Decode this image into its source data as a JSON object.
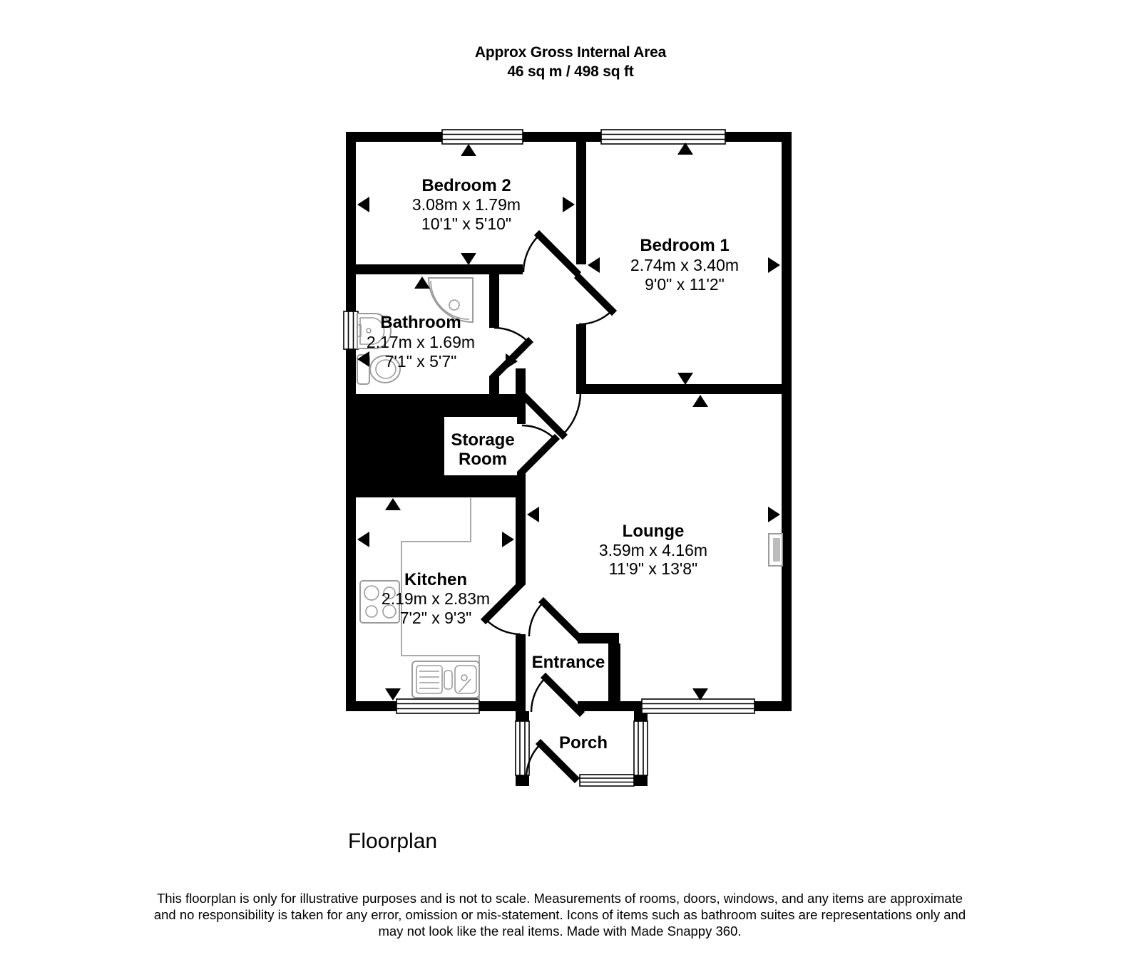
{
  "header": {
    "title_line1": "Approx Gross Internal Area",
    "title_line2": "46 sq m / 498 sq ft"
  },
  "rooms": {
    "bedroom2": {
      "name": "Bedroom 2",
      "metric": "3.08m x 1.79m",
      "imperial": "10'1\" x 5'10\""
    },
    "bedroom1": {
      "name": "Bedroom 1",
      "metric": "2.74m x 3.40m",
      "imperial": "9'0\" x 11'2\""
    },
    "bathroom": {
      "name": "Bathroom",
      "metric": "2.17m x 1.69m",
      "imperial": "7'1\" x 5'7\""
    },
    "storage": {
      "name_line1": "Storage",
      "name_line2": "Room"
    },
    "lounge": {
      "name": "Lounge",
      "metric": "3.59m x 4.16m",
      "imperial": "11'9\" x 13'8\""
    },
    "kitchen": {
      "name": "Kitchen",
      "metric": "2.19m x 2.83m",
      "imperial": "7'2\" x 9'3\""
    },
    "entrance": {
      "name": "Entrance"
    },
    "porch": {
      "name": "Porch"
    }
  },
  "caption": "Floorplan",
  "disclaimer": {
    "line1": "This floorplan is only for illustrative purposes and is not to scale. Measurements of rooms, doors, windows, and any items are approximate",
    "line2": "and no responsibility is taken for any error, omission or mis-statement. Icons of items such as bathroom suites are representations only and",
    "line3": "may not look like the real items. Made with Made Snappy 360."
  },
  "colors": {
    "wall": "#000000",
    "background": "#ffffff",
    "fixture_outline": "#9b9b9b",
    "radiator_fill": "#bcbcbc"
  },
  "icons": [
    "corner-shower-icon",
    "wash-basin-icon",
    "toilet-icon",
    "hob-icon",
    "kitchen-sink-icon",
    "radiator-icon",
    "window-glyph",
    "door-arc-glyph",
    "direction-arrow"
  ]
}
